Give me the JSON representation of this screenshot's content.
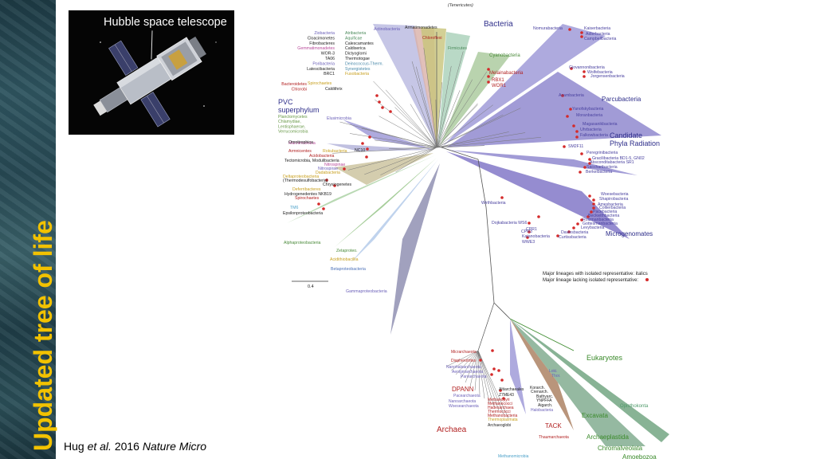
{
  "slide": {
    "side_title": "Updated tree of life",
    "photo_caption": "Hubble space telescope",
    "citation_author": "Hug ",
    "citation_etal": "et al.",
    "citation_rest": " 2016 ",
    "citation_journal": "Nature Micro"
  },
  "colors": {
    "title_yellow": "#f2c200",
    "bacteria_label": "#2e2e8a",
    "cpr_fill": "#7a6fc4",
    "archaea_label": "#b22222",
    "eukaryote_fill": "#4e9a6a",
    "eukaryote_label": "#3a8a2a",
    "red_dot": "#d42a2a"
  },
  "tree": {
    "top_label": "(Tenericutes)",
    "scale_value": "0.4",
    "domains": {
      "bacteria": "Bacteria",
      "cpr_line1": "Candidate",
      "cpr_line2": "Phyla Radiation",
      "microgenomates": "Microgenomates",
      "parcubacteria": "Parcubacteria",
      "archaea": "Archaea",
      "eukaryotes": "Eukaryotes",
      "dpann": "DPANN",
      "tack": "TACK",
      "pvc_line1": "PVC",
      "pvc_line2": "superphylum"
    },
    "legend": {
      "line1": "Major lineages with isolated representative: italics",
      "line2": "Major lineage lacking isolated representative:"
    },
    "left_labels": [
      {
        "t": "Ziobacteria",
        "c": "#6a5fb8"
      },
      {
        "t": "Cloacimonetes",
        "c": "#222"
      },
      {
        "t": "Fibrobacteres",
        "c": "#222"
      },
      {
        "t": "Gemmatimonadetes",
        "c": "#b84a9a"
      },
      {
        "t": "WOR-3",
        "c": "#222"
      },
      {
        "t": "TA06",
        "c": "#222"
      },
      {
        "t": "Poribacteria",
        "c": "#6a5fb8"
      },
      {
        "t": "Latescibacteria",
        "c": "#222"
      },
      {
        "t": "BRC1",
        "c": "#222"
      },
      {
        "t": "Bacteroidetes",
        "c": "#b22222"
      },
      {
        "t": "Chlorobi",
        "c": "#b22222"
      },
      {
        "t": "Planctomycetes",
        "c": "#6a9a4a"
      },
      {
        "t": "Chlamydiae,",
        "c": "#6a9a4a"
      },
      {
        "t": "Lentisphaerae,",
        "c": "#6a9a4a"
      },
      {
        "t": "Verrucomicrobia",
        "c": "#6a9a4a"
      }
    ],
    "center_left_labels": [
      {
        "t": "Atribacteria",
        "c": "#4a8a5a"
      },
      {
        "t": "Aquificae",
        "c": "#4a8a5a"
      },
      {
        "t": "Calescamantes",
        "c": "#222"
      },
      {
        "t": "Caldiserica",
        "c": "#222"
      },
      {
        "t": "Dictyoglomi",
        "c": "#222"
      },
      {
        "t": "Thermotogae",
        "c": "#222"
      },
      {
        "t": "Deinococcus-Therm.",
        "c": "#4a8aaa"
      },
      {
        "t": "Synergistetes",
        "c": "#4a8aaa"
      },
      {
        "t": "Fusobacteria",
        "c": "#c8a020"
      }
    ],
    "mid_labels": [
      {
        "t": "Spirochaetes",
        "c": "#c8a020"
      },
      {
        "t": "Caldithrix",
        "c": "#222"
      },
      {
        "t": "Elusimicrobia",
        "c": "#6a5fb8"
      },
      {
        "t": "Marinimicrobia",
        "c": "#b84a9a"
      },
      {
        "t": "Omnitrophica",
        "c": "#222"
      },
      {
        "t": "Rokubacteria",
        "c": "#c8a020"
      },
      {
        "t": "NC10",
        "c": "#222"
      },
      {
        "t": "Armnicentes",
        "c": "#b22222"
      },
      {
        "t": "Acidobacteria",
        "c": "#b22222"
      },
      {
        "t": "Tectomicrobia, Modulibacteria",
        "c": "#222"
      },
      {
        "t": "Nitrospinae",
        "c": "#b84a9a"
      },
      {
        "t": "Nitrospirae",
        "c": "#6a5fb8"
      },
      {
        "t": "Dadabacteria",
        "c": "#c8a020"
      },
      {
        "t": "Deltaproteobacteria",
        "c": "#c8a020"
      },
      {
        "t": "(Thermodesulfobacteria)",
        "c": "#222"
      },
      {
        "t": "Chrysiogenetes",
        "c": "#222"
      },
      {
        "t": "Deferribacteres",
        "c": "#c8a020"
      },
      {
        "t": "Hydrogenedentes NKB19",
        "c": "#222"
      },
      {
        "t": "Spirochaetes",
        "c": "#b22222"
      },
      {
        "t": "TM6",
        "c": "#4aa0c8"
      },
      {
        "t": "Epsilonproteobacteria",
        "c": "#222"
      },
      {
        "t": "Alphaproteobacteria",
        "c": "#4a8a3a"
      },
      {
        "t": "Zetaproteo.",
        "c": "#4a8a3a"
      },
      {
        "t": "Acidithiobacillia",
        "c": "#c8a020"
      },
      {
        "t": "Betaproteobacteria",
        "c": "#4a70b8"
      },
      {
        "t": "Gammaproteobacteria",
        "c": "#6a5fb8"
      }
    ],
    "top_labels": [
      {
        "t": "Actinobacteria",
        "c": "#6a5fb8"
      },
      {
        "t": "Armatimonadetes",
        "c": "#222"
      },
      {
        "t": "Chloroflexi",
        "c": "#b22222"
      },
      {
        "t": "Firmicutes",
        "c": "#4a8a5a"
      },
      {
        "t": "Cyanobacteria",
        "c": "#4a8a3a"
      },
      {
        "t": "Melainabacteria",
        "c": "#b22222"
      },
      {
        "t": "RBX1",
        "c": "#b22222"
      },
      {
        "t": "WOR1",
        "c": "#b22222"
      }
    ],
    "cpr_labels": [
      "Nomurabacteria",
      "Kaiserbacteria",
      "Adlerbacteria",
      "Campbellbacteria",
      "Giovannonibacteria",
      "Wolfebacteria",
      "Jorgensenbacteria",
      "Azambacteria",
      "Yanofskybacteria",
      "Moranbacteria",
      "Magasanikbacteria",
      "Uhrbacteria",
      "Falkowbacteria",
      "SM2F11",
      "Peregrinibacteria",
      "Gracilibacteria BD1-5, GN02",
      "Absconditabacteria SR1",
      "Saccharibacteria",
      "Berkelbacteria",
      "Woesebacteria",
      "Shapirobacteria",
      "Amesbacteria",
      "Collierbacteria",
      "Pacebacteria",
      "Beckwithbacteria",
      "Roizmanbacteria",
      "Gottesmanbacteria",
      "Levybacteria",
      "Daviesbacteria",
      "Curtissbacteria",
      "Wirthbacteria",
      "Dojkabacteria WS6",
      "CPR1",
      "CPR3",
      "Katanobacteria",
      "WWE3"
    ],
    "archaea_labels": [
      {
        "t": "Micrarchaeota",
        "c": "#b22222"
      },
      {
        "t": "Diapherotrites",
        "c": "#b22222"
      },
      {
        "t": "Nanohaloarchaeota",
        "c": "#6a5fb8"
      },
      {
        "t": "Aenigmarchaeota",
        "c": "#6a5fb8"
      },
      {
        "t": "Parvarchaeota",
        "c": "#6a5fb8"
      },
      {
        "t": "Pacearchaeota",
        "c": "#6a5fb8"
      },
      {
        "t": "Nanoarchaeota",
        "c": "#6a5fb8"
      },
      {
        "t": "Woesearchaeota",
        "c": "#6a5fb8"
      },
      {
        "t": "Altiarchaeales",
        "c": "#222"
      },
      {
        "t": "Z7ME43",
        "c": "#222"
      },
      {
        "t": "Methanopyri",
        "c": "#b22222"
      },
      {
        "t": "Methanococci",
        "c": "#b22222"
      },
      {
        "t": "Hadesarchaea",
        "c": "#b22222"
      },
      {
        "t": "Thermococci",
        "c": "#b22222"
      },
      {
        "t": "Methanobacteria",
        "c": "#b22222"
      },
      {
        "t": "Thermoplasmata",
        "c": "#c8a020"
      },
      {
        "t": "Archaeoglobi",
        "c": "#222"
      },
      {
        "t": "Methanomicrobia",
        "c": "#4aa0c8"
      },
      {
        "t": "Halobacteria",
        "c": "#6a5fb8"
      },
      {
        "t": "Korarch.",
        "c": "#222"
      },
      {
        "t": "Crenarch.",
        "c": "#222"
      },
      {
        "t": "Bathyarc.",
        "c": "#222"
      },
      {
        "t": "YNPFFA",
        "c": "#222"
      },
      {
        "t": "Aigarch.",
        "c": "#222"
      },
      {
        "t": "Loki.",
        "c": "#6a5fb8"
      },
      {
        "t": "Thor.",
        "c": "#6a5fb8"
      },
      {
        "t": "Thaumarchaeota",
        "c": "#b22222"
      }
    ],
    "eukaryote_labels": [
      "Opisthokonta",
      "Excavata",
      "Archaeplastida",
      "Chromalveolata",
      "Amoebozoa"
    ]
  }
}
